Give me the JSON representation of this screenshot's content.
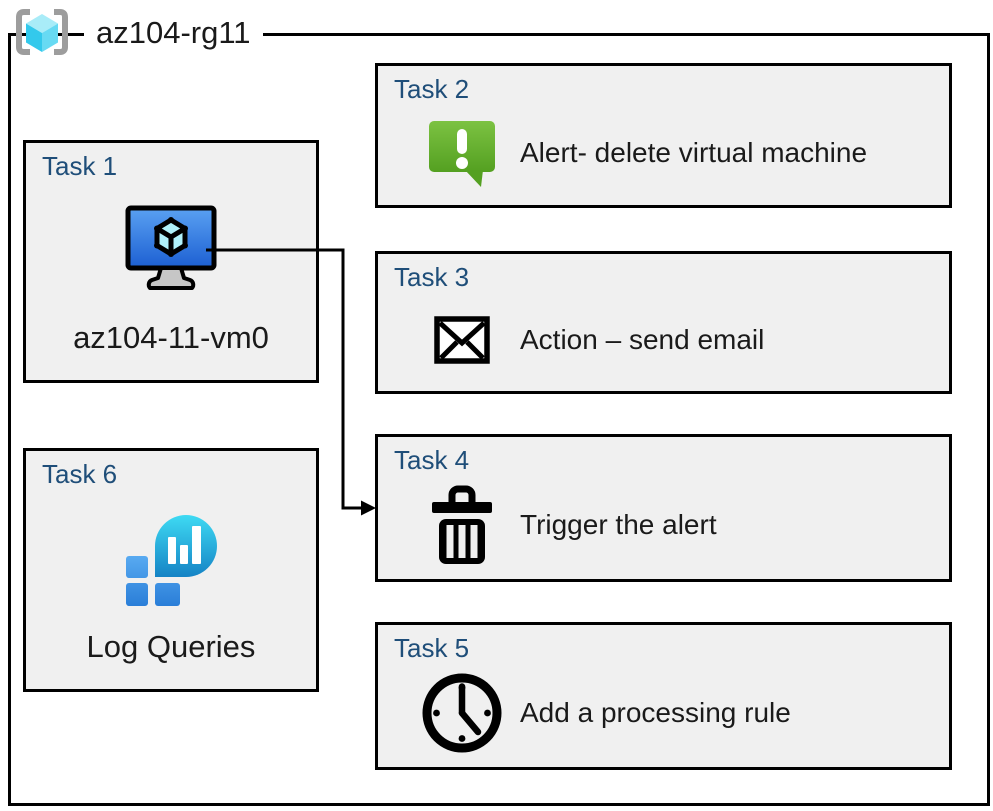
{
  "diagram": {
    "title": {
      "label": "az104-rg11",
      "icon": "resource-group-icon"
    },
    "colors": {
      "task_title_blue": "#1F4E79",
      "box_fill": "#F0F0F0",
      "border_black": "#000000",
      "alert_green_top": "#7CC242",
      "alert_green_bottom": "#54A021",
      "vm_screen_top": "#5AA1F2",
      "vm_screen_bottom": "#1C5FD2",
      "log_balloon_top": "#3EDAF3",
      "log_balloon_bottom": "#1583C5",
      "log_square_top": "#58AAF1",
      "log_square_bottom": "#2A7ED8",
      "bracket_gray": "#9D9D9D"
    },
    "tasks": [
      {
        "title": "Task 1",
        "label": "az104-11-vm0",
        "icon": "virtual-machine-icon"
      },
      {
        "title": "Task 2",
        "label": "Alert- delete virtual machine",
        "icon": "alert-icon"
      },
      {
        "title": "Task 3",
        "label": "Action – send email",
        "icon": "email-icon"
      },
      {
        "title": "Task 4",
        "label": "Trigger the alert",
        "icon": "trash-icon"
      },
      {
        "title": "Task 5",
        "label": "Add a processing rule",
        "icon": "clock-icon"
      },
      {
        "title": "Task 6",
        "label": "Log Queries",
        "icon": "log-queries-icon"
      }
    ],
    "connector": {
      "from": "Task 1",
      "to": "Task 4"
    }
  }
}
